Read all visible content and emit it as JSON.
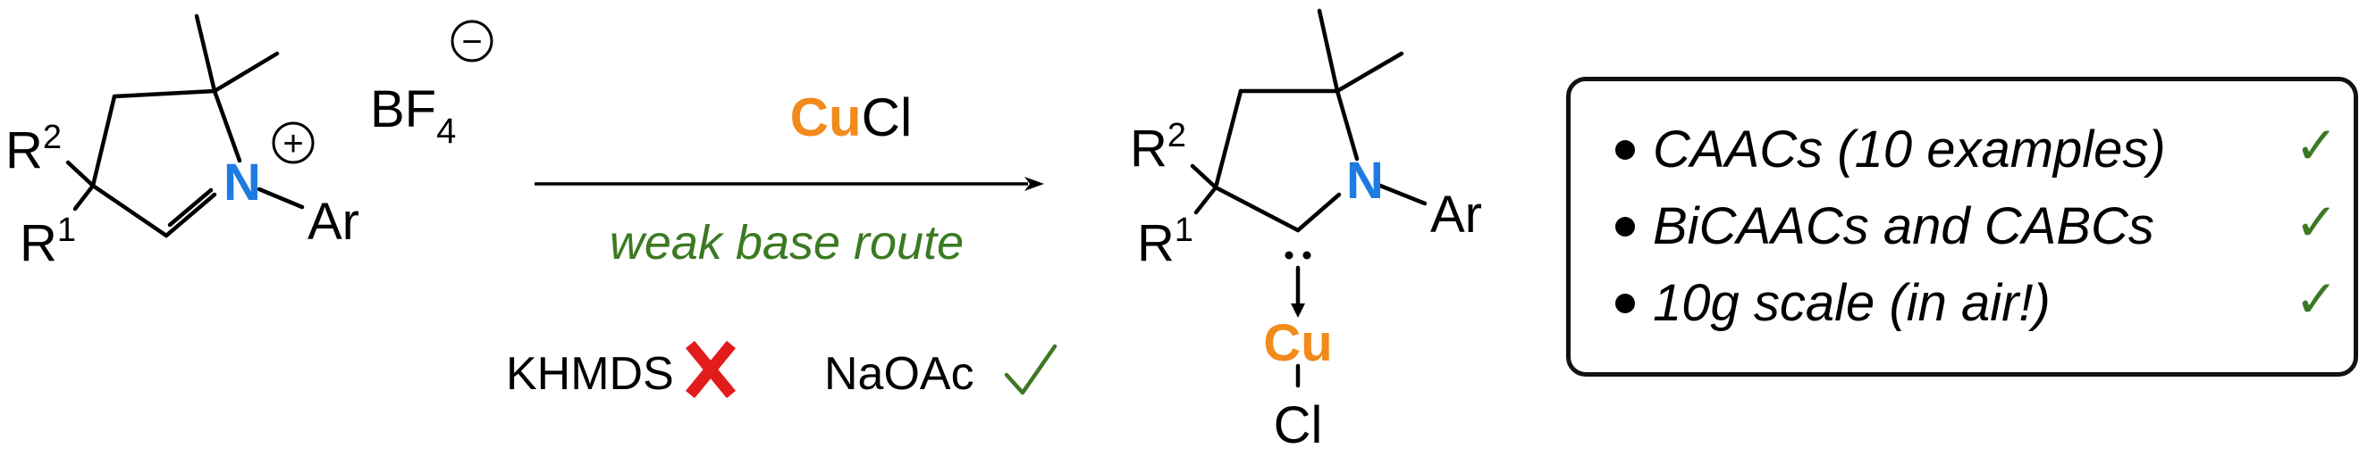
{
  "reactant": {
    "r2": "R",
    "r2_sup": "2",
    "r1": "R",
    "r1_sup": "1",
    "n_atom": "N",
    "ar": "Ar",
    "charge_plus": "+",
    "counterion_main": "BF",
    "counterion_sub": "4",
    "charge_minus": "−"
  },
  "reaction": {
    "reagent_metal": "Cu",
    "reagent_rest": "Cl",
    "route_label": "weak base route",
    "base_bad": "KHMDS",
    "base_good": "NaOAc"
  },
  "product": {
    "r2": "R",
    "r2_sup": "2",
    "r1": "R",
    "r1_sup": "1",
    "n_atom": "N",
    "ar": "Ar",
    "cu": "Cu",
    "cl": "Cl"
  },
  "summary": {
    "items": [
      "CAACs (10 examples)",
      "BiCAACs and CABCs",
      "10g scale (in air!)"
    ],
    "check": "✓"
  },
  "colors": {
    "nitrogen": "#1e7be2",
    "copper": "#f28a1c",
    "green": "#3b7a22",
    "red_cross": "#e21b1b"
  }
}
